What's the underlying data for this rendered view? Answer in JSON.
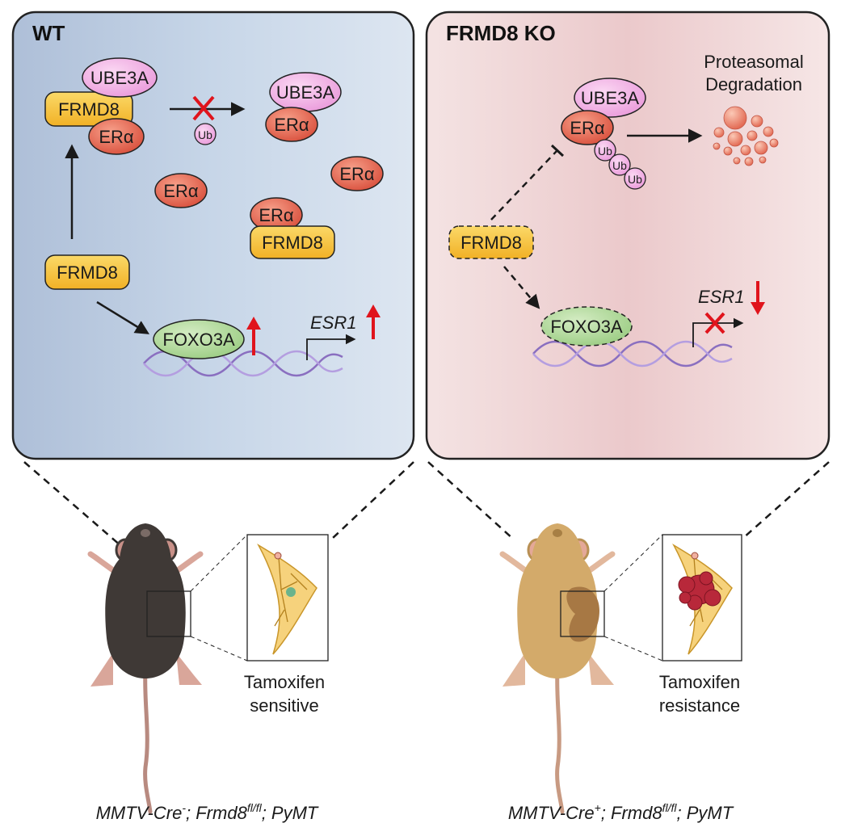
{
  "wt": {
    "title": "WT",
    "ube3a_top": "UBE3A",
    "frmd8_top": "FRMD8",
    "era_top": "ERα",
    "ube3a_right": "UBE3A",
    "era_right": "ERα",
    "ub": "Ub",
    "era_free1": "ERα",
    "era_free2": "ERα",
    "era_bound": "ERα",
    "frmd8_bound": "FRMD8",
    "frmd8_main": "FRMD8",
    "foxo3a": "FOXO3A",
    "esr1": "ESR1",
    "phenotype_line1": "Tamoxifen",
    "phenotype_line2": "sensitive",
    "genotype_a": "MMTV-Cre",
    "genotype_sup1": "-",
    "genotype_b": "; Frmd8",
    "genotype_sup2": "fl/fl",
    "genotype_c": "; PyMT"
  },
  "ko": {
    "title": "FRMD8 KO",
    "ube3a": "UBE3A",
    "era": "ERα",
    "ub1": "Ub",
    "ub2": "Ub",
    "ub3": "Ub",
    "proteasomal_line1": "Proteasomal",
    "proteasomal_line2": "Degradation",
    "frmd8": "FRMD8",
    "foxo3a": "FOXO3A",
    "esr1": "ESR1",
    "phenotype_line1": "Tamoxifen",
    "phenotype_line2": "resistance",
    "genotype_a": "MMTV-Cre",
    "genotype_sup1": "+",
    "genotype_b": "; Frmd8",
    "genotype_sup2": "fl/fl",
    "genotype_c": "; PyMT"
  },
  "colors": {
    "wt_panel": "#c5d4e6",
    "ko_panel": "#f1d8d9",
    "frmd8": "#f7c23a",
    "era": "#e8705a",
    "ube3a": "#f3b6e6",
    "foxo3a": "#b8dca2",
    "dna": "#8a6fc0",
    "red": "#e0141c",
    "mouse_wt": "#3f3936",
    "mouse_ko": "#d3aa6a",
    "gland": "#f6d27c"
  }
}
